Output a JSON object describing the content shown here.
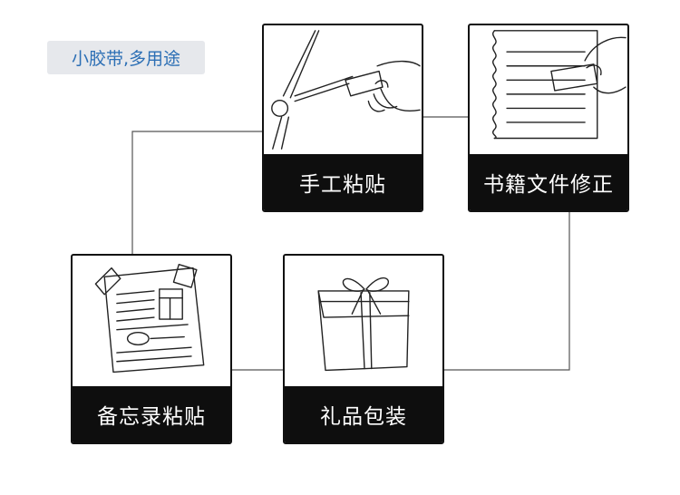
{
  "tag": {
    "text": "小胶带,多用途"
  },
  "cards": {
    "craft": {
      "label": "手工粘贴",
      "icon": "scissors-tape-icon"
    },
    "book": {
      "label": "书籍文件修正",
      "icon": "notebook-tape-icon"
    },
    "memo": {
      "label": "备忘录粘贴",
      "icon": "memo-paper-icon"
    },
    "gift": {
      "label": "礼品包装",
      "icon": "gift-box-icon"
    }
  }
}
